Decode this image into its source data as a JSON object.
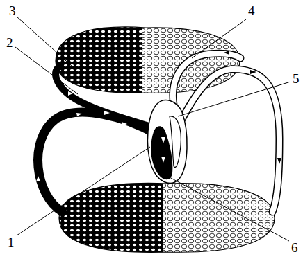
{
  "diagram": {
    "labels": [
      "3",
      "4",
      "2",
      "5",
      "1",
      "6"
    ]
  }
}
